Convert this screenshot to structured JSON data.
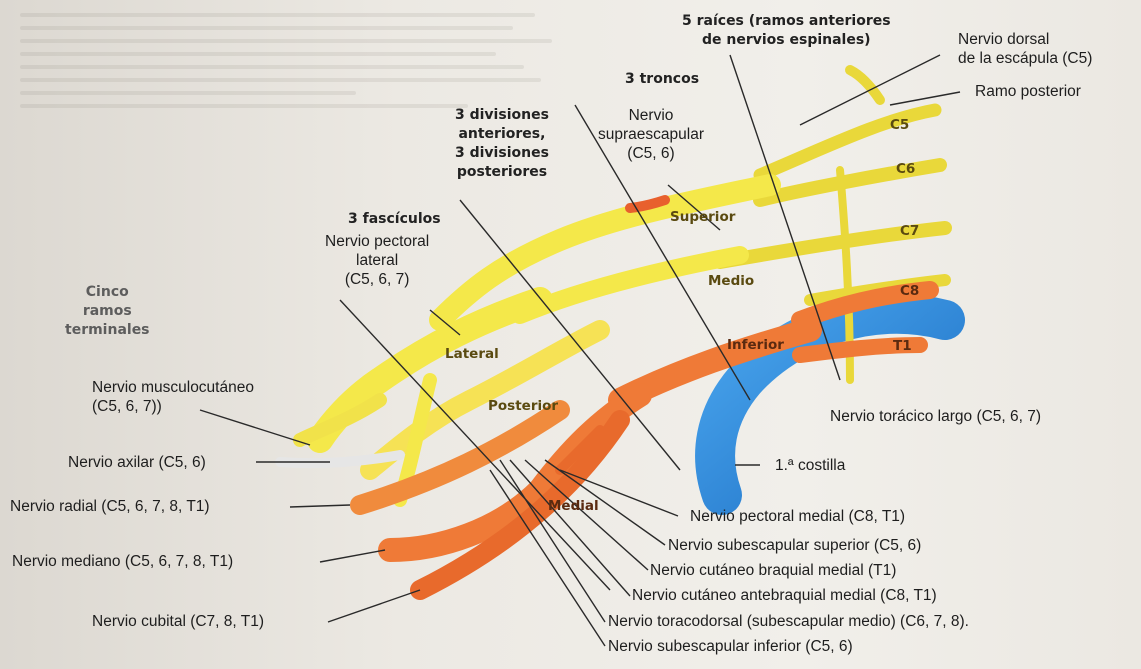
{
  "labels": {
    "roots": "5 raíces (ramos anteriores\nde nervios espinales)",
    "dorsal_scapular": "Nervio dorsal\nde la escápula (C5)",
    "posterior_ramus": "Ramo posterior",
    "trunks": "3 troncos",
    "divisions": "3 divisiones\nanteriores,\n3 divisiones\nposteriores",
    "suprascapular": "Nervio\nsupraescapular\n(C5, 6)",
    "cords": "3 fascículos",
    "lateral_pectoral": "Nervio pectoral\nlateral\n(C5, 6, 7)",
    "terminal_branches": "Cinco\nramos\nterminales",
    "musculocutaneous": "Nervio musculocutáneo\n(C5, 6, 7))",
    "axillary": "Nervio axilar (C5, 6)",
    "radial": "Nervio radial (C5, 6, 7, 8, T1)",
    "median": "Nervio mediano (C5, 6, 7, 8, T1)",
    "ulnar": "Nervio cubital (C7, 8, T1)",
    "long_thoracic": "Nervio torácico largo (C5, 6, 7)",
    "first_rib": "1.ª costilla",
    "medial_pectoral": "Nervio pectoral medial (C8, T1)",
    "upper_subscapular": "Nervio subescapular superior (C5, 6)",
    "medial_brachial_cutaneous": "Nervio cutáneo braquial medial (T1)",
    "medial_antebrachial_cutaneous": "Nervio cutáneo antebraquial medial (C8, T1)",
    "thoracodorsal": "Nervio toracodorsal (subescapular medio) (C6, 7, 8).",
    "lower_subscapular": "Nervio subescapular inferior (C5, 6)"
  },
  "nerve_labels": {
    "c5": "C5",
    "c6": "C6",
    "c7": "C7",
    "c8": "C8",
    "t1": "T1",
    "superior": "Superior",
    "middle": "Medio",
    "inferior": "Inferior",
    "lateral": "Lateral",
    "posterior": "Posterior",
    "medial": "Medial"
  },
  "colors": {
    "yellow_nerve": "#f4e84a",
    "orange_nerve": "#ef7a37",
    "rib_blue": "#2f8fde",
    "leader_line": "#2a2a2a"
  }
}
